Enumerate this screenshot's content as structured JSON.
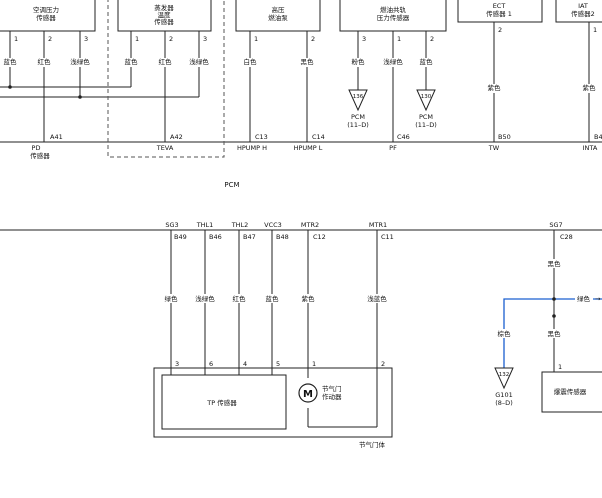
{
  "top_components": [
    {
      "id": "ac",
      "label_lines": [
        "空调压力",
        "传感器"
      ],
      "pins": [
        "1",
        "2",
        "3"
      ],
      "wires": [
        "蓝色",
        "红色",
        "浅绿色"
      ]
    },
    {
      "id": "evap",
      "label_lines": [
        "蒸发器",
        "温度",
        "传感器"
      ],
      "pins": [
        "1",
        "2",
        "3"
      ],
      "wires": [
        "蓝色",
        "红色",
        "浅绿色"
      ]
    },
    {
      "id": "hpump",
      "label_lines": [
        "高压",
        "燃油泵"
      ],
      "pins": [
        "1",
        "2"
      ],
      "wires": [
        "白色",
        "黑色"
      ]
    },
    {
      "id": "rail",
      "label_lines": [
        "燃油共轨",
        "压力传感器"
      ],
      "pins": [
        "3",
        "1",
        "2"
      ],
      "wires": [
        "粉色",
        "浅绿色",
        "蓝色"
      ]
    },
    {
      "id": "ect",
      "label_lines": [
        "ECT",
        "传感器 1"
      ],
      "pins": [
        "2"
      ],
      "wires": [
        "紫色"
      ]
    },
    {
      "id": "iat",
      "label_lines": [
        "IAT",
        "传感器2"
      ],
      "pins": [
        "1"
      ],
      "wires": [
        "紫色"
      ]
    }
  ],
  "ground_refs": [
    {
      "num": "136",
      "label_lines": [
        "PCM",
        "(11–D)"
      ]
    },
    {
      "num": "130",
      "label_lines": [
        "PCM",
        "(11–D)"
      ]
    }
  ],
  "pcm": {
    "label": "PCM",
    "top_pins": [
      {
        "code": "A41",
        "signal": "PD",
        "sub": "传感器"
      },
      {
        "code": "A42",
        "signal": "TEVA"
      },
      {
        "code": "C13",
        "signal": "HPUMP H"
      },
      {
        "code": "C14",
        "signal": "HPUMP L"
      },
      {
        "code": "C46",
        "signal": "PF"
      },
      {
        "code": "B50",
        "signal": "TW"
      },
      {
        "code": "B4",
        "signal": "INTA"
      }
    ],
    "bottom_pins": [
      {
        "signal": "SG3",
        "code": "B49"
      },
      {
        "signal": "THL1",
        "code": "B46"
      },
      {
        "signal": "THL2",
        "code": "B47"
      },
      {
        "signal": "VCC3",
        "code": "B48"
      },
      {
        "signal": "MTR2",
        "code": "C12"
      },
      {
        "signal": "MTR1",
        "code": "C11"
      },
      {
        "signal": "SG7",
        "code": "C28"
      }
    ]
  },
  "lower_wires": [
    "绿色",
    "浅绿色",
    "红色",
    "蓝色",
    "紫色",
    "浅蓝色"
  ],
  "throttle": {
    "pins": [
      "3",
      "6",
      "4",
      "5",
      "1",
      "2"
    ],
    "tp_label": "TP 传感器",
    "motor_symbol": "M",
    "motor_label_lines": [
      "节气门",
      "作动器"
    ],
    "body_label": "节气门体"
  },
  "sg7_branch": {
    "upper_wire": "黑色",
    "right_wire": "绿色",
    "left_wire": "棕色",
    "lower_wire": "黑色",
    "ground_num": "132",
    "ground_label_lines": [
      "G101",
      "(8–D)"
    ],
    "pin": "1",
    "sensor_label": "爆震传感器"
  },
  "colors": {
    "line": "#222222",
    "dash": "#555555",
    "blue": "#1a5fd0",
    "text": "#111111"
  }
}
